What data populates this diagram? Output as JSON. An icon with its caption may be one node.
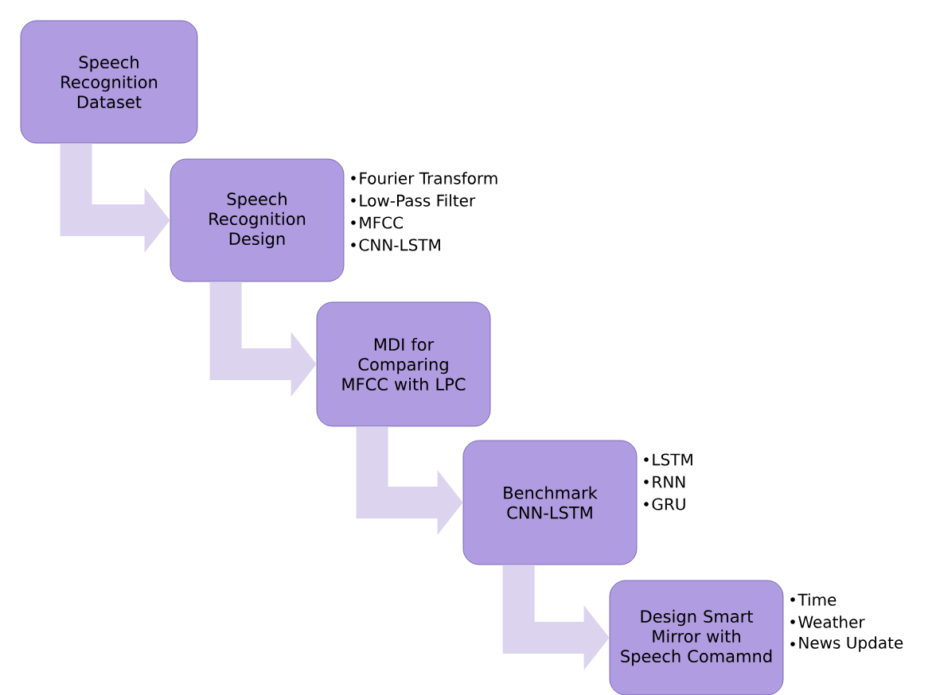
{
  "diagram": {
    "nodes": [
      {
        "text": [
          "Speech Recognition Dataset"
        ]
      },
      {
        "text": [
          "Speech Recognition Design"
        ],
        "beside": [
          "Fourier Transform",
          "Low-Pass Filter",
          "MFCC",
          "CNN-LSTM"
        ]
      },
      {
        "text": [
          "MDI for Comparing MFCC with LPC"
        ]
      },
      {
        "text": [
          "Benchmark CNN-LSTM"
        ],
        "beside": [
          "LSTM",
          "RNN",
          "GRU"
        ]
      },
      {
        "text": [
          "Design Smart Mirror with Speech Comamnd"
        ],
        "beside": [
          "Time",
          "Weather",
          "News Update"
        ]
      }
    ],
    "edges": [
      {
        "from": 0,
        "to": 1,
        "arrow": "to"
      },
      {
        "from": 1,
        "to": 2,
        "arrow": "to"
      },
      {
        "from": 2,
        "to": 3,
        "arrow": "to"
      },
      {
        "from": 3,
        "to": 4,
        "arrow": "to"
      }
    ]
  }
}
